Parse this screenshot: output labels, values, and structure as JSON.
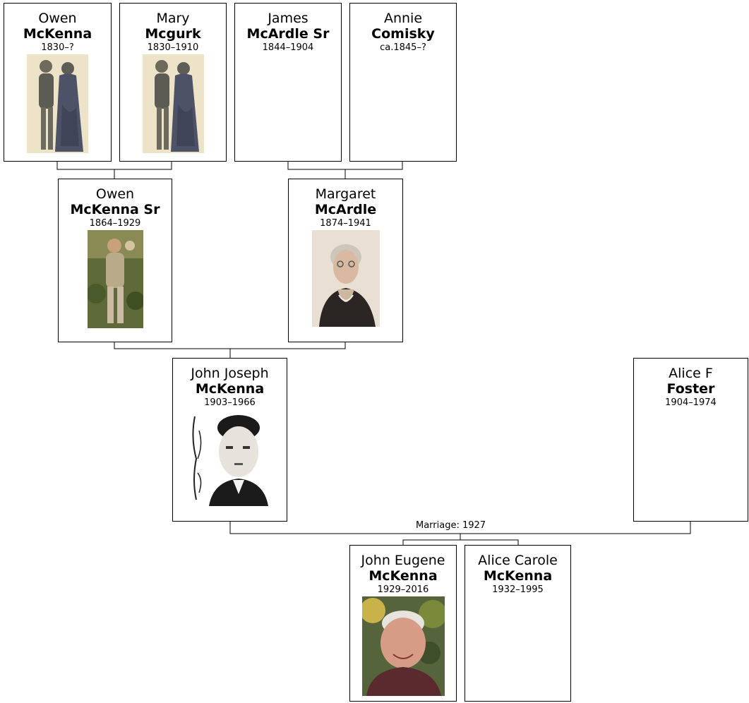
{
  "people": {
    "owen_elder": {
      "given": "Owen",
      "surname": "McKenna",
      "dates": "1830–?"
    },
    "mary": {
      "given": "Mary",
      "surname": "Mcgurk",
      "dates": "1830–1910"
    },
    "james": {
      "given": "James",
      "surname": "McArdle Sr",
      "dates": "1844–1904"
    },
    "annie": {
      "given": "Annie",
      "surname": "Comisky",
      "dates": "ca.1845–?"
    },
    "owen_sr": {
      "given": "Owen",
      "surname": "McKenna Sr",
      "dates": "1864–1929"
    },
    "margaret": {
      "given": "Margaret",
      "surname": "McArdle",
      "dates": "1874–1941"
    },
    "john_joseph": {
      "given": "John Joseph",
      "surname": "McKenna",
      "dates": "1903–1966"
    },
    "alice_f": {
      "given": "Alice F",
      "surname": "Foster",
      "dates": "1904–1974"
    },
    "john_eugene": {
      "given": "John Eugene",
      "surname": "McKenna",
      "dates": "1929–2016"
    },
    "alice_carole": {
      "given": "Alice Carole",
      "surname": "McKenna",
      "dates": "1932–1995"
    }
  },
  "marriage_label": "Marriage: 1927",
  "colors": {
    "line": "#000000",
    "card_border": "#000000",
    "background": "#ffffff"
  }
}
